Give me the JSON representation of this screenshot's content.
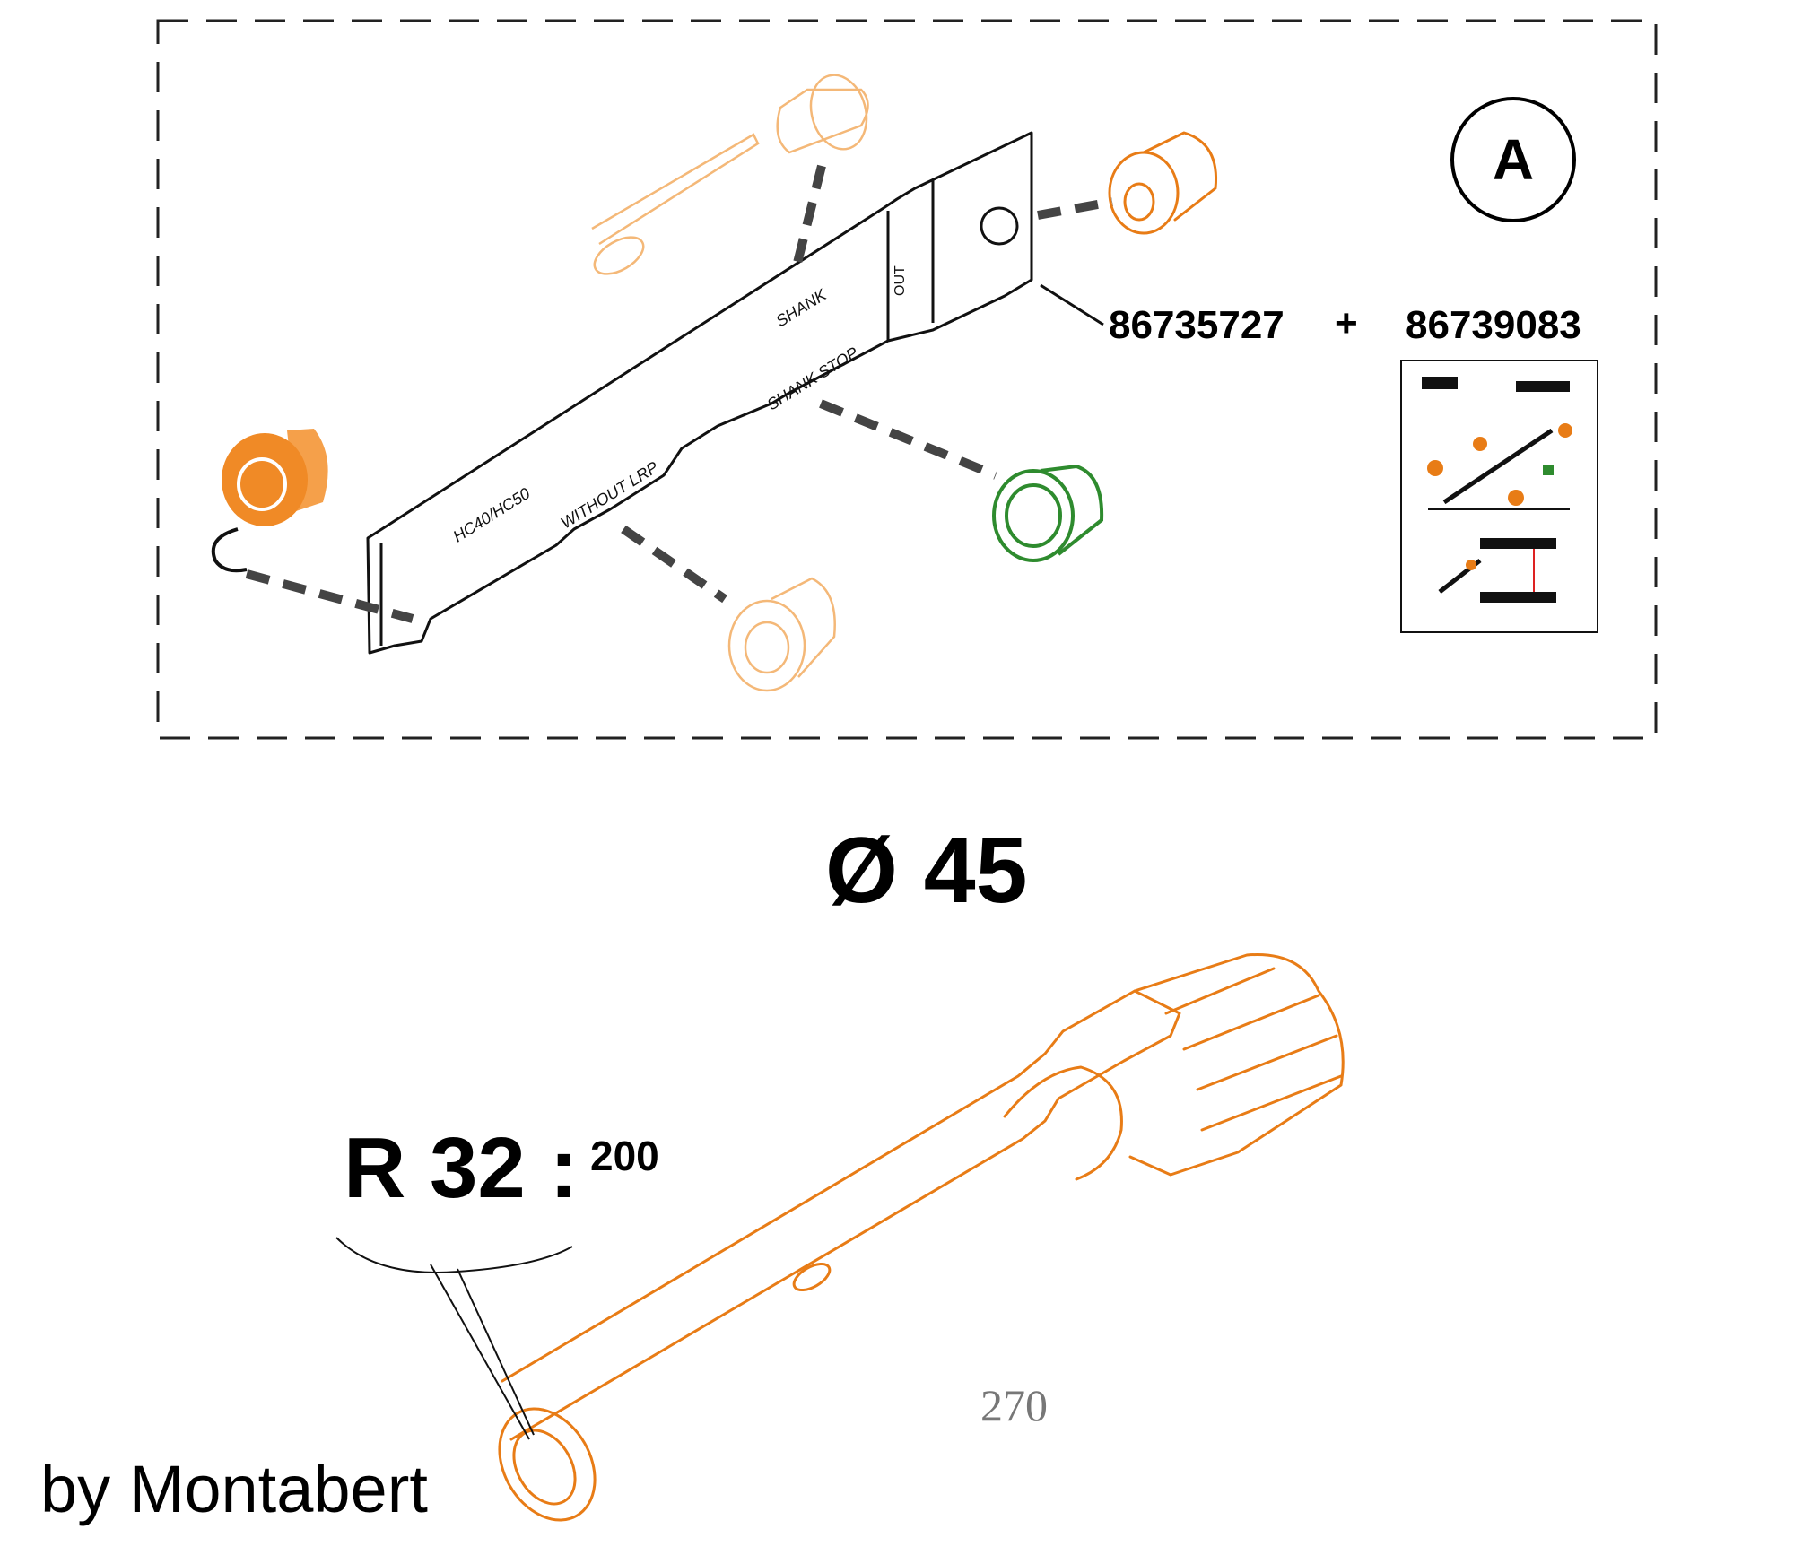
{
  "kit": {
    "label": "A",
    "part_number_1": "86735727",
    "plus": "+",
    "part_number_2": "86739083",
    "tool_markings": [
      "SHANK",
      "SHANK STOP",
      "WITHOUT LRP",
      "HC40/HC50",
      "OUT"
    ]
  },
  "diameter": "Ø 45",
  "rod": {
    "size": "R 32 :",
    "length": "200"
  },
  "page_number": "270",
  "credit": "by Montabert",
  "colors": {
    "accent_orange": "#e87c16",
    "light_orange": "#f4b878",
    "seal_green": "#2e8b2e",
    "outline_black": "#111111"
  }
}
